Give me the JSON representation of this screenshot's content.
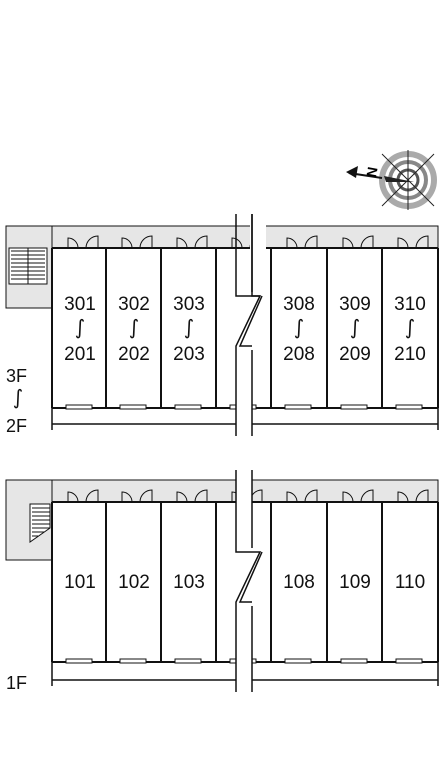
{
  "compass": {
    "north_label": "N",
    "icon": "compass-rose-icon"
  },
  "floors": {
    "upper": {
      "top_floor": "3F",
      "separator": "∫",
      "bottom_floor": "2F",
      "units": [
        {
          "top": "301",
          "sep": "∫",
          "bottom": "201"
        },
        {
          "top": "302",
          "sep": "∫",
          "bottom": "202"
        },
        {
          "top": "303",
          "sep": "∫",
          "bottom": "203"
        },
        {
          "top": "",
          "sep": "",
          "bottom": ""
        },
        {
          "top": "308",
          "sep": "∫",
          "bottom": "208"
        },
        {
          "top": "309",
          "sep": "∫",
          "bottom": "209"
        },
        {
          "top": "310",
          "sep": "∫",
          "bottom": "210"
        }
      ]
    },
    "ground": {
      "floor": "1F",
      "units": [
        {
          "label": "101"
        },
        {
          "label": "102"
        },
        {
          "label": "103"
        },
        {
          "label": ""
        },
        {
          "label": "108"
        },
        {
          "label": "109"
        },
        {
          "label": "110"
        }
      ]
    }
  },
  "colors": {
    "corridor": "#e6e6e6",
    "line": "#111111"
  }
}
